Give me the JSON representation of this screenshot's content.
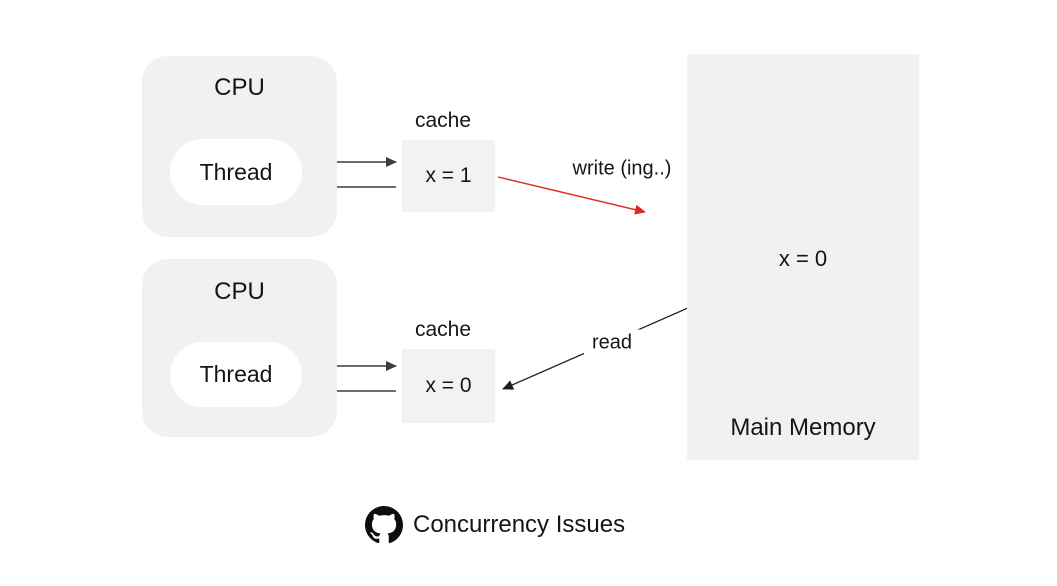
{
  "diagram": {
    "cpu_top": {
      "label": "CPU",
      "thread": "Thread"
    },
    "cache_top": {
      "title": "cache",
      "value": "x = 1"
    },
    "cpu_bottom": {
      "label": "CPU",
      "thread": "Thread"
    },
    "cache_bottom": {
      "title": "cache",
      "value": "x = 0"
    },
    "main_memory": {
      "label": "Main Memory",
      "value": "x = 0"
    },
    "write_arrow_label": "write (ing..)",
    "read_arrow_label": "read",
    "colors": {
      "box_fill": "#f1f1f1",
      "cache_fill": "#f2f2f2",
      "thread_fill": "#ffffff",
      "arrow_dark": "#3d3d3d",
      "arrow_red": "#df2b1e",
      "arrow_black": "#1f1f1f",
      "text": "#151515"
    }
  },
  "footer": {
    "icon": "github-icon",
    "title": "Concurrency Issues"
  }
}
